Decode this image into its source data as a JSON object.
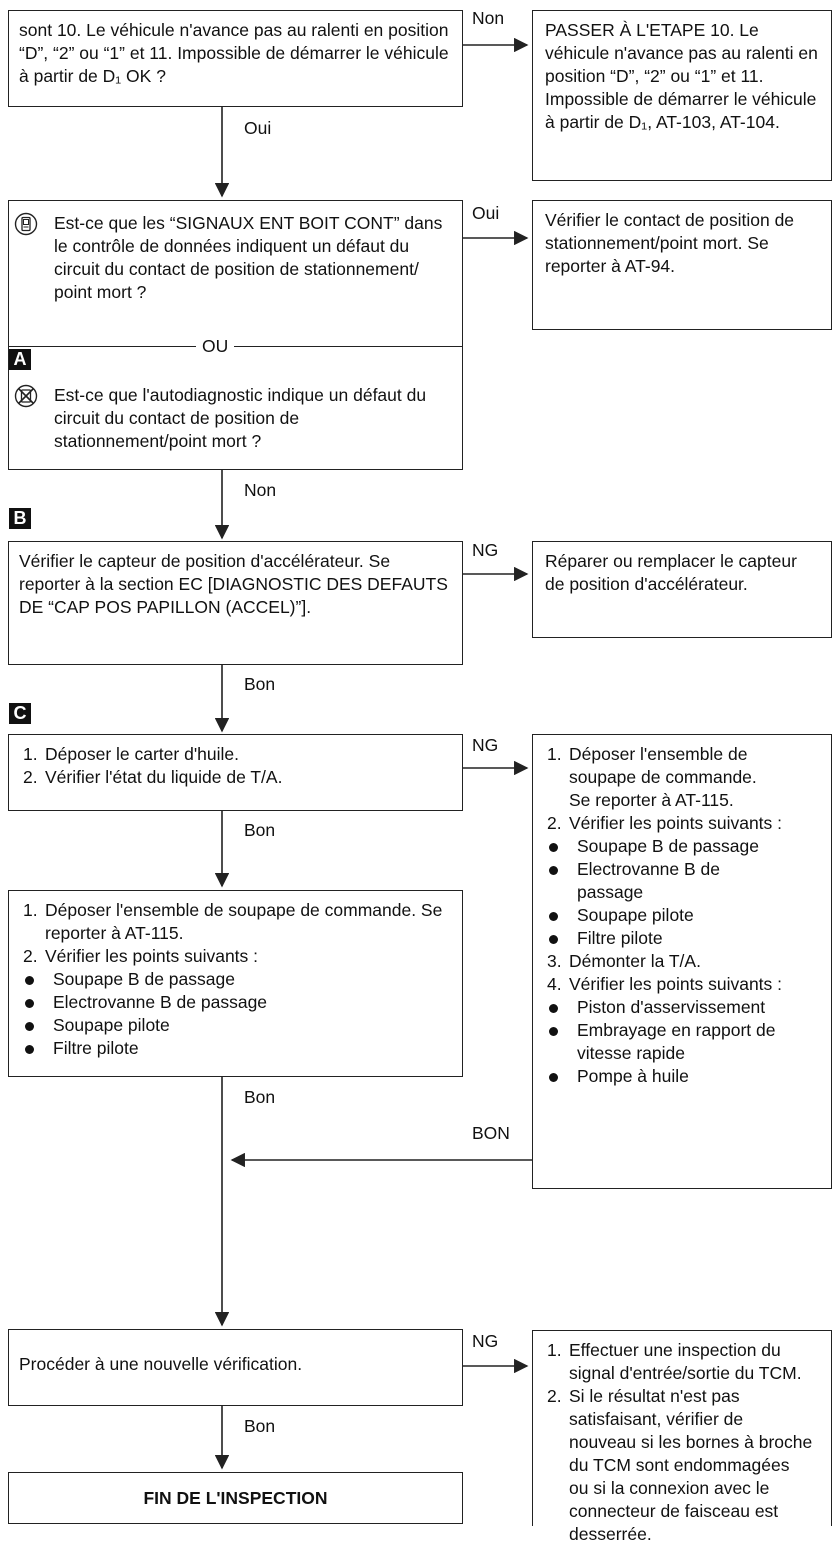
{
  "step1": {
    "question": "sont 10. Le véhicule n'avance pas au ralenti en position “D”, “2” ou “1” et 11. Impossible de démarrer le véhicule à partir de D₁ OK ?",
    "yes_label": "Oui",
    "no_label": "Non",
    "no_action": "PASSER À L'ETAPE 10. Le véhicule n'avance pas au ralenti en position “D”, “2” ou “1” et 11. Impossible de démarrer le véhicule à partir de D₁, AT-103, AT-104."
  },
  "step2": {
    "question_a": "Est-ce que les “SIGNAUX ENT BOIT CONT” dans le contrôle de données indiquent un défaut du circuit du contact de position de stationnement/ point mort ?",
    "or_label": "OU",
    "question_b": "Est-ce que l'autodiagnostic indique un défaut du circuit du contact de position de stationnement/point mort ?",
    "badge": "A",
    "yes_label": "Oui",
    "yes_action": "Vérifier le contact de position de stationnement/point mort. Se reporter à AT-94.",
    "no_label": "Non"
  },
  "step3": {
    "badge": "B",
    "text": "Vérifier le capteur de position d'accélérateur. Se reporter à la section EC [DIAGNOSTIC DES DEFAUTS DE “CAP POS PAPILLON (ACCEL)”].",
    "ng_label": "NG",
    "ng_action": "Réparer ou remplacer le capteur de position d'accélérateur.",
    "ok_label": "Bon"
  },
  "step4": {
    "badge": "C",
    "items": [
      "Déposer le carter d'huile.",
      "Vérifier l'état du liquide de T/A."
    ],
    "ng_label": "NG",
    "ok_label": "Bon"
  },
  "side_action": {
    "items": [
      "Déposer l'ensemble de soupape de commande. Se reporter à AT-115.",
      "Vérifier les points suivants :",
      "Démonter la T/A.",
      "Vérifier les points suivants :"
    ],
    "bullets_1": [
      "Soupape B de passage",
      "Electrovanne B de passage",
      "Soupape pilote",
      "Filtre pilote"
    ],
    "bullets_2": [
      "Piston d'asservissement",
      "Embrayage en rapport de vitesse rapide",
      "Pompe à huile"
    ],
    "return_label": "BON"
  },
  "step5": {
    "items": [
      "Déposer l'ensemble de soupape de commande. Se reporter à AT-115.",
      "Vérifier les points suivants :"
    ],
    "bullets": [
      "Soupape B de passage",
      "Electrovanne B de passage",
      "Soupape pilote",
      "Filtre pilote"
    ],
    "ok_label": "Bon"
  },
  "step6": {
    "text": "Procéder à une nouvelle vérification.",
    "ng_label": "NG",
    "ok_label": "Bon",
    "ng_items": [
      "Effectuer une inspection du signal d'entrée/sortie du TCM.",
      "Si le résultat n'est pas satisfaisant, vérifier de nouveau si les bornes à broche du TCM sont endommagées ou si la connexion avec le connecteur de faisceau est desserrée."
    ]
  },
  "end": {
    "text": "FIN DE L'INSPECTION"
  },
  "icons": {
    "monitor": "consult-monitor-icon",
    "selfdiag": "self-diagnosis-icon"
  }
}
